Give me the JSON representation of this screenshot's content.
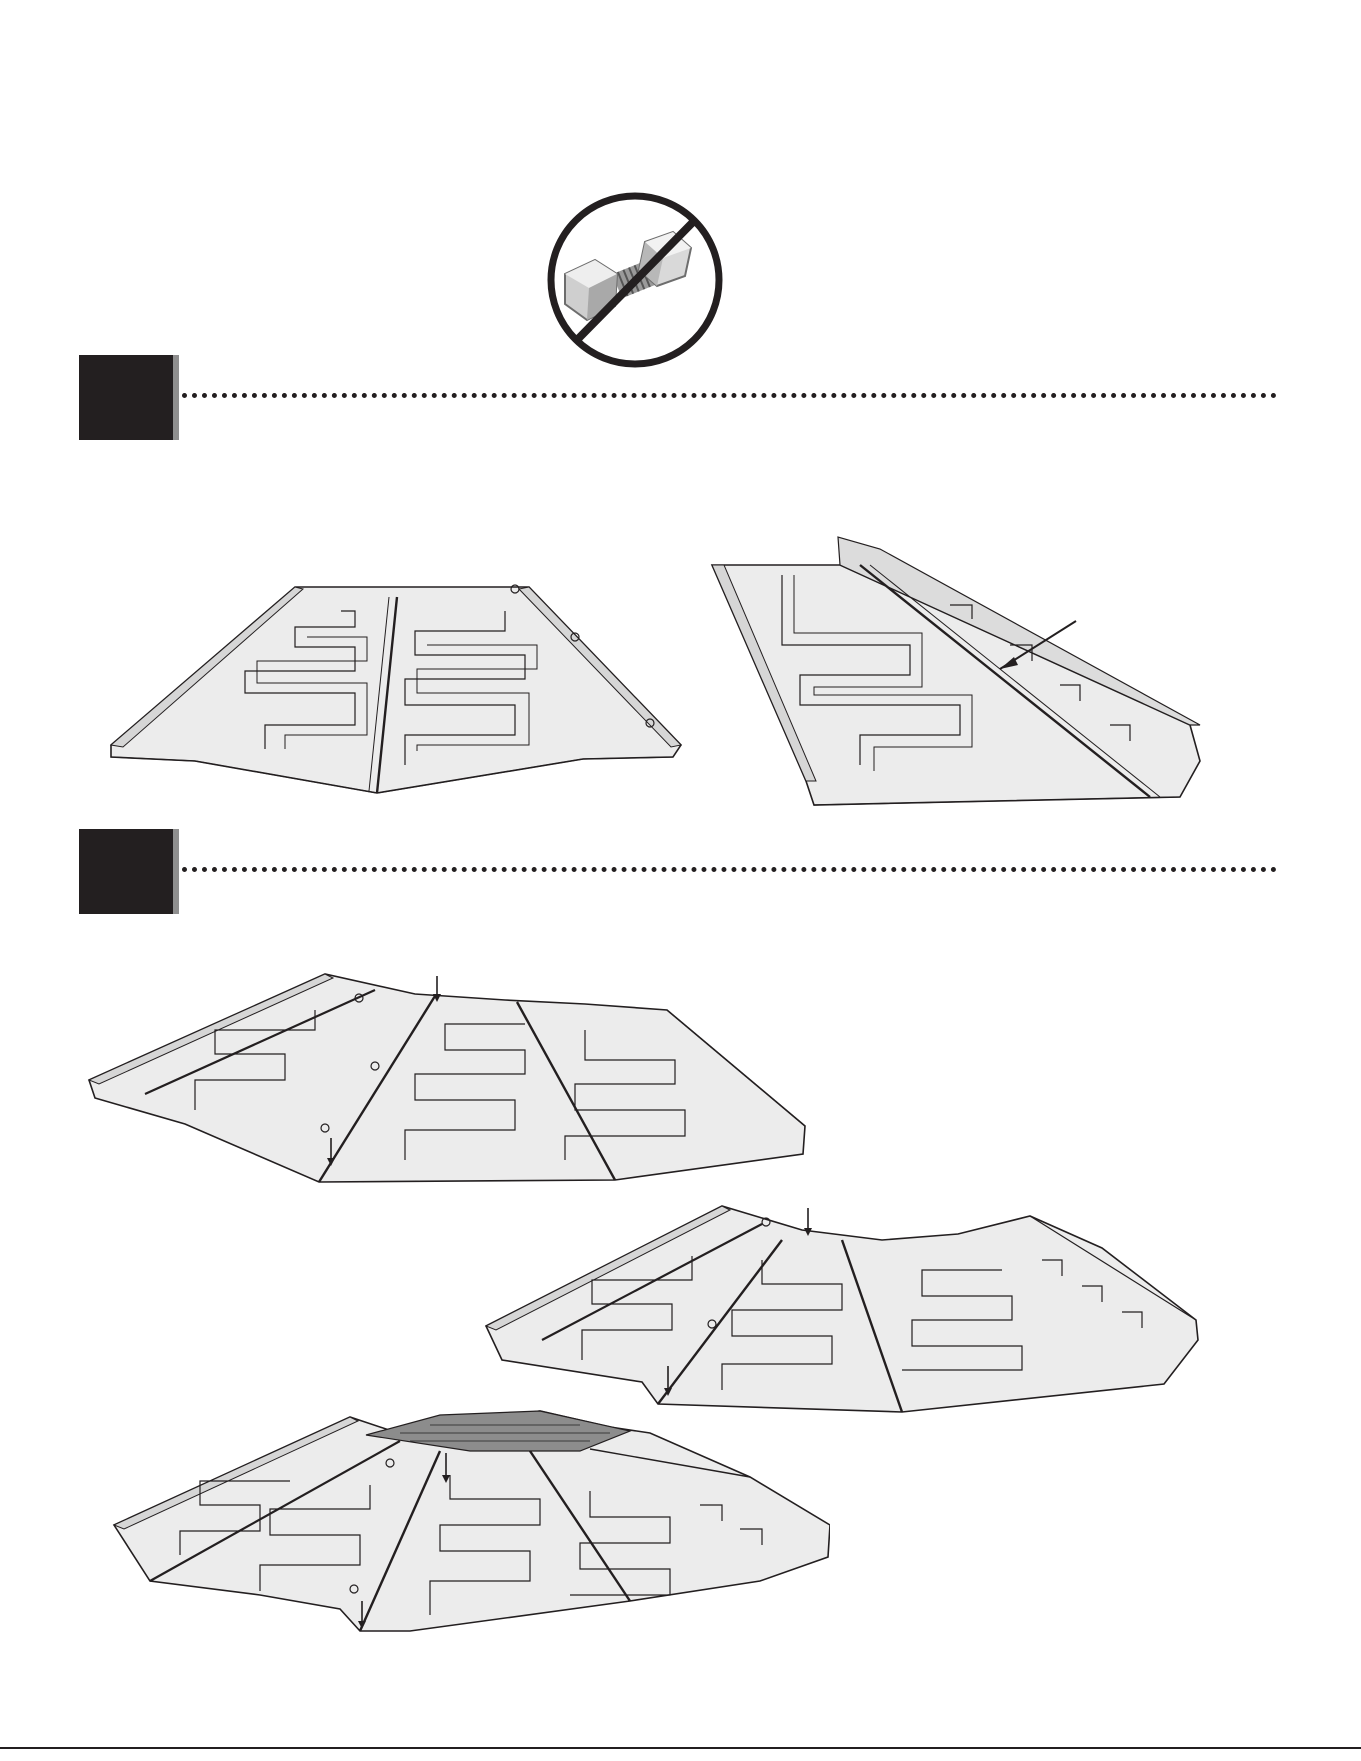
{
  "header": {
    "no_hardware_icon": "no-nuts-and-bolts-icon"
  },
  "steps": [
    {
      "number": ""
    },
    {
      "number": ""
    }
  ],
  "figures": {
    "step1": [
      "roof-panel-a",
      "roof-panel-b"
    ],
    "step2": [
      "roof-assembly-stage-1",
      "roof-assembly-stage-2",
      "roof-assembly-stage-3"
    ]
  },
  "footer": {
    "page_number": ""
  },
  "colors": {
    "ink": "#231f20",
    "panel_fill": "#ececec",
    "panel_shade": "#d6d6d6",
    "step_shadow": "#8f8f8f"
  }
}
